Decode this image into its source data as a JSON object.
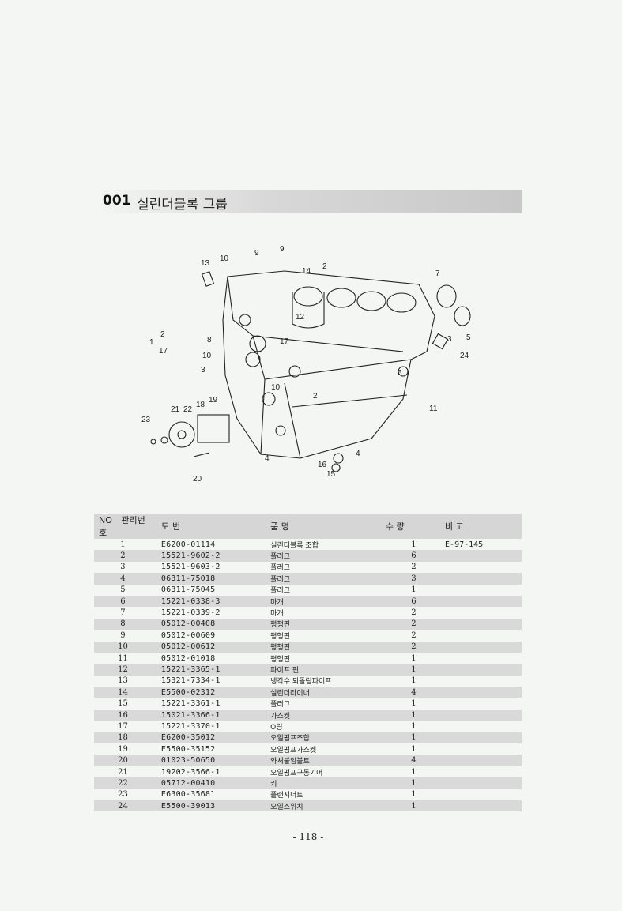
{
  "header": {
    "code": "001",
    "title": "실린더블록 그룹"
  },
  "diagram": {
    "callouts": [
      "13",
      "10",
      "9",
      "9",
      "14",
      "2",
      "7",
      "12",
      "3",
      "5",
      "24",
      "17",
      "8",
      "10",
      "1",
      "2",
      "17",
      "3",
      "6",
      "10",
      "2",
      "11",
      "21",
      "22",
      "18",
      "19",
      "23",
      "4",
      "4",
      "16",
      "15",
      "20"
    ]
  },
  "table": {
    "headers": {
      "no": "NO",
      "mgmt": "관리번호",
      "drawing": "도 번",
      "name": "품 명",
      "qty": "수 량",
      "remarks": "비 고"
    },
    "rows": [
      {
        "no": "1",
        "pn": "E6200-01114",
        "name": "실린더블록 조합",
        "qty": "1",
        "rem": "E-97-145"
      },
      {
        "no": "2",
        "pn": "15521-9602-2",
        "name": "플러그",
        "qty": "6",
        "rem": ""
      },
      {
        "no": "3",
        "pn": "15521-9603-2",
        "name": "플러그",
        "qty": "2",
        "rem": ""
      },
      {
        "no": "4",
        "pn": "06311-75018",
        "name": "플러그",
        "qty": "3",
        "rem": ""
      },
      {
        "no": "5",
        "pn": "06311-75045",
        "name": "플러그",
        "qty": "1",
        "rem": ""
      },
      {
        "no": "6",
        "pn": "15221-0338-3",
        "name": "마개",
        "qty": "6",
        "rem": ""
      },
      {
        "no": "7",
        "pn": "15221-0339-2",
        "name": "마개",
        "qty": "2",
        "rem": ""
      },
      {
        "no": "8",
        "pn": "05012-00408",
        "name": "평행핀",
        "qty": "2",
        "rem": ""
      },
      {
        "no": "9",
        "pn": "05012-00609",
        "name": "평행핀",
        "qty": "2",
        "rem": ""
      },
      {
        "no": "10",
        "pn": "05012-00612",
        "name": "평행핀",
        "qty": "2",
        "rem": ""
      },
      {
        "no": "11",
        "pn": "05012-01018",
        "name": "평행핀",
        "qty": "1",
        "rem": ""
      },
      {
        "no": "12",
        "pn": "15221-3365-1",
        "name": "파이프 핀",
        "qty": "1",
        "rem": ""
      },
      {
        "no": "13",
        "pn": "15321-7334-1",
        "name": "냉각수 되돌림파이프",
        "qty": "1",
        "rem": ""
      },
      {
        "no": "14",
        "pn": "E5500-02312",
        "name": "실린더라이너",
        "qty": "4",
        "rem": ""
      },
      {
        "no": "15",
        "pn": "15221-3361-1",
        "name": "플러그",
        "qty": "1",
        "rem": ""
      },
      {
        "no": "16",
        "pn": "15021-3366-1",
        "name": "가스켓",
        "qty": "1",
        "rem": ""
      },
      {
        "no": "17",
        "pn": "15221-3370-1",
        "name": "O링",
        "qty": "1",
        "rem": ""
      },
      {
        "no": "18",
        "pn": "E6200-35012",
        "name": "오일펌프조합",
        "qty": "1",
        "rem": ""
      },
      {
        "no": "19",
        "pn": "E5500-35152",
        "name": "오일펌프가스켓",
        "qty": "1",
        "rem": ""
      },
      {
        "no": "20",
        "pn": "01023-50650",
        "name": "와셔붙임볼트",
        "qty": "4",
        "rem": ""
      },
      {
        "no": "21",
        "pn": "19202-3566-1",
        "name": "오일펌프구동기어",
        "qty": "1",
        "rem": ""
      },
      {
        "no": "22",
        "pn": "05712-00410",
        "name": "키",
        "qty": "1",
        "rem": ""
      },
      {
        "no": "23",
        "pn": "E6300-35681",
        "name": "플랜지너트",
        "qty": "1",
        "rem": ""
      },
      {
        "no": "24",
        "pn": "E5500-39013",
        "name": "오일스위치",
        "qty": "1",
        "rem": ""
      }
    ]
  },
  "footer": {
    "page": "- 118 -"
  }
}
